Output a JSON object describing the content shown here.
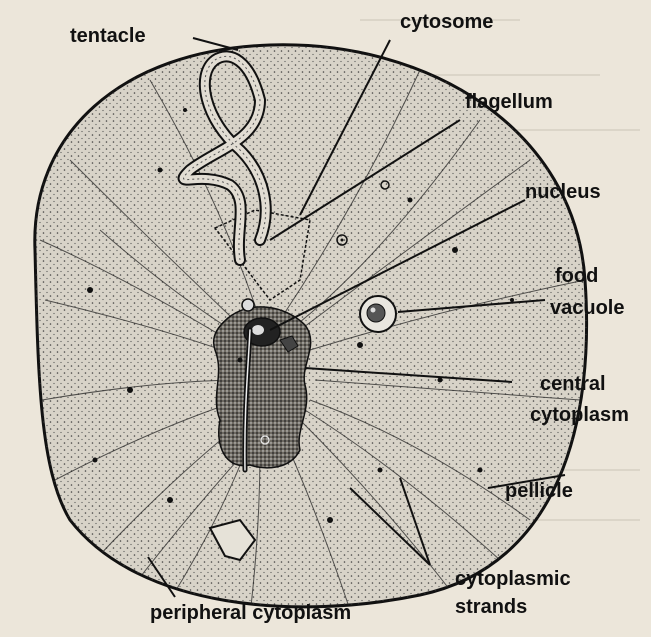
{
  "diagram": {
    "labels": {
      "tentacle": "tentacle",
      "cytosome": "cytosome",
      "flagellum": "flagellum",
      "nucleus": "nucleus",
      "food_vacuole_1": "food",
      "food_vacuole_2": "vacuole",
      "central_cytoplasm_1": "central",
      "central_cytoplasm_2": "cytoplasm",
      "pellicle": "pellicle",
      "cytoplasmic_strands_1": "cytoplasmic",
      "cytoplasmic_strands_2": "strands",
      "peripheral_cytoplasm": "peripheral cytoplasm"
    },
    "colors": {
      "background": "#ece6da",
      "cell_fill": "#d8d3c8",
      "ink": "#111111",
      "central_cytoplasm": "#8f8a80"
    }
  }
}
